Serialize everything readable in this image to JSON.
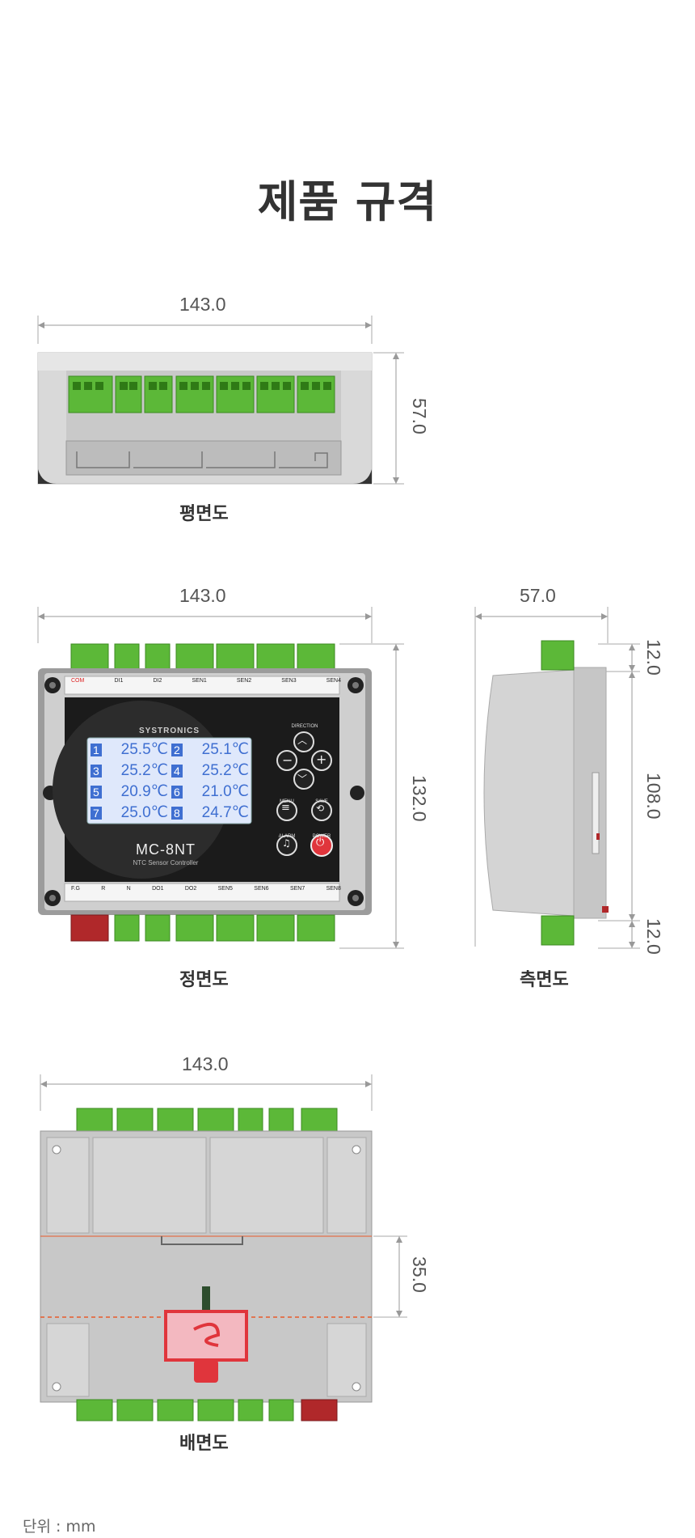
{
  "title": "제품 규격",
  "views": {
    "plan": {
      "caption": "평면도",
      "width": "143.0",
      "height": "57.0"
    },
    "front": {
      "caption": "정면도",
      "width": "143.0",
      "height": "132.0",
      "brand": "SYSTRONICS",
      "model": "MC-8NT",
      "subtitle": "NTC Sensor Controller",
      "readings": [
        {
          "ch": "1",
          "temp": "25.5℃"
        },
        {
          "ch": "2",
          "temp": "25.1℃"
        },
        {
          "ch": "3",
          "temp": "25.2℃"
        },
        {
          "ch": "4",
          "temp": "25.2℃"
        },
        {
          "ch": "5",
          "temp": "20.9℃"
        },
        {
          "ch": "6",
          "temp": "21.0℃"
        },
        {
          "ch": "7",
          "temp": "25.0℃"
        },
        {
          "ch": "8",
          "temp": "24.7℃"
        }
      ],
      "button_labels": {
        "direction": "DIRECTION",
        "menu": "MENU",
        "save": "SAVE",
        "alarm": "ALARM",
        "power": "POWER"
      },
      "top_terminals": [
        "COM",
        "DI1",
        "DI2",
        "SEN1",
        "SEN2",
        "SEN3",
        "SEN4"
      ],
      "bottom_terminals": [
        "F.G",
        "R",
        "N",
        "DO1",
        "DO2",
        "SEN5",
        "SEN6",
        "SEN7",
        "SEN8"
      ]
    },
    "side": {
      "caption": "측면도",
      "width": "57.0",
      "top": "12.0",
      "middle": "108.0",
      "bottom": "12.0"
    },
    "rear": {
      "caption": "배면도",
      "width": "143.0",
      "rail": "35.0"
    }
  },
  "unit_note": "단위 : mm",
  "colors": {
    "terminal_green": "#5cb838",
    "terminal_red": "#b0282a",
    "case_gray": "#d6d6d6",
    "panel_black": "#1b1b1b",
    "lcd_blue": "#3f6fd1",
    "accent_red": "#e0353c"
  }
}
